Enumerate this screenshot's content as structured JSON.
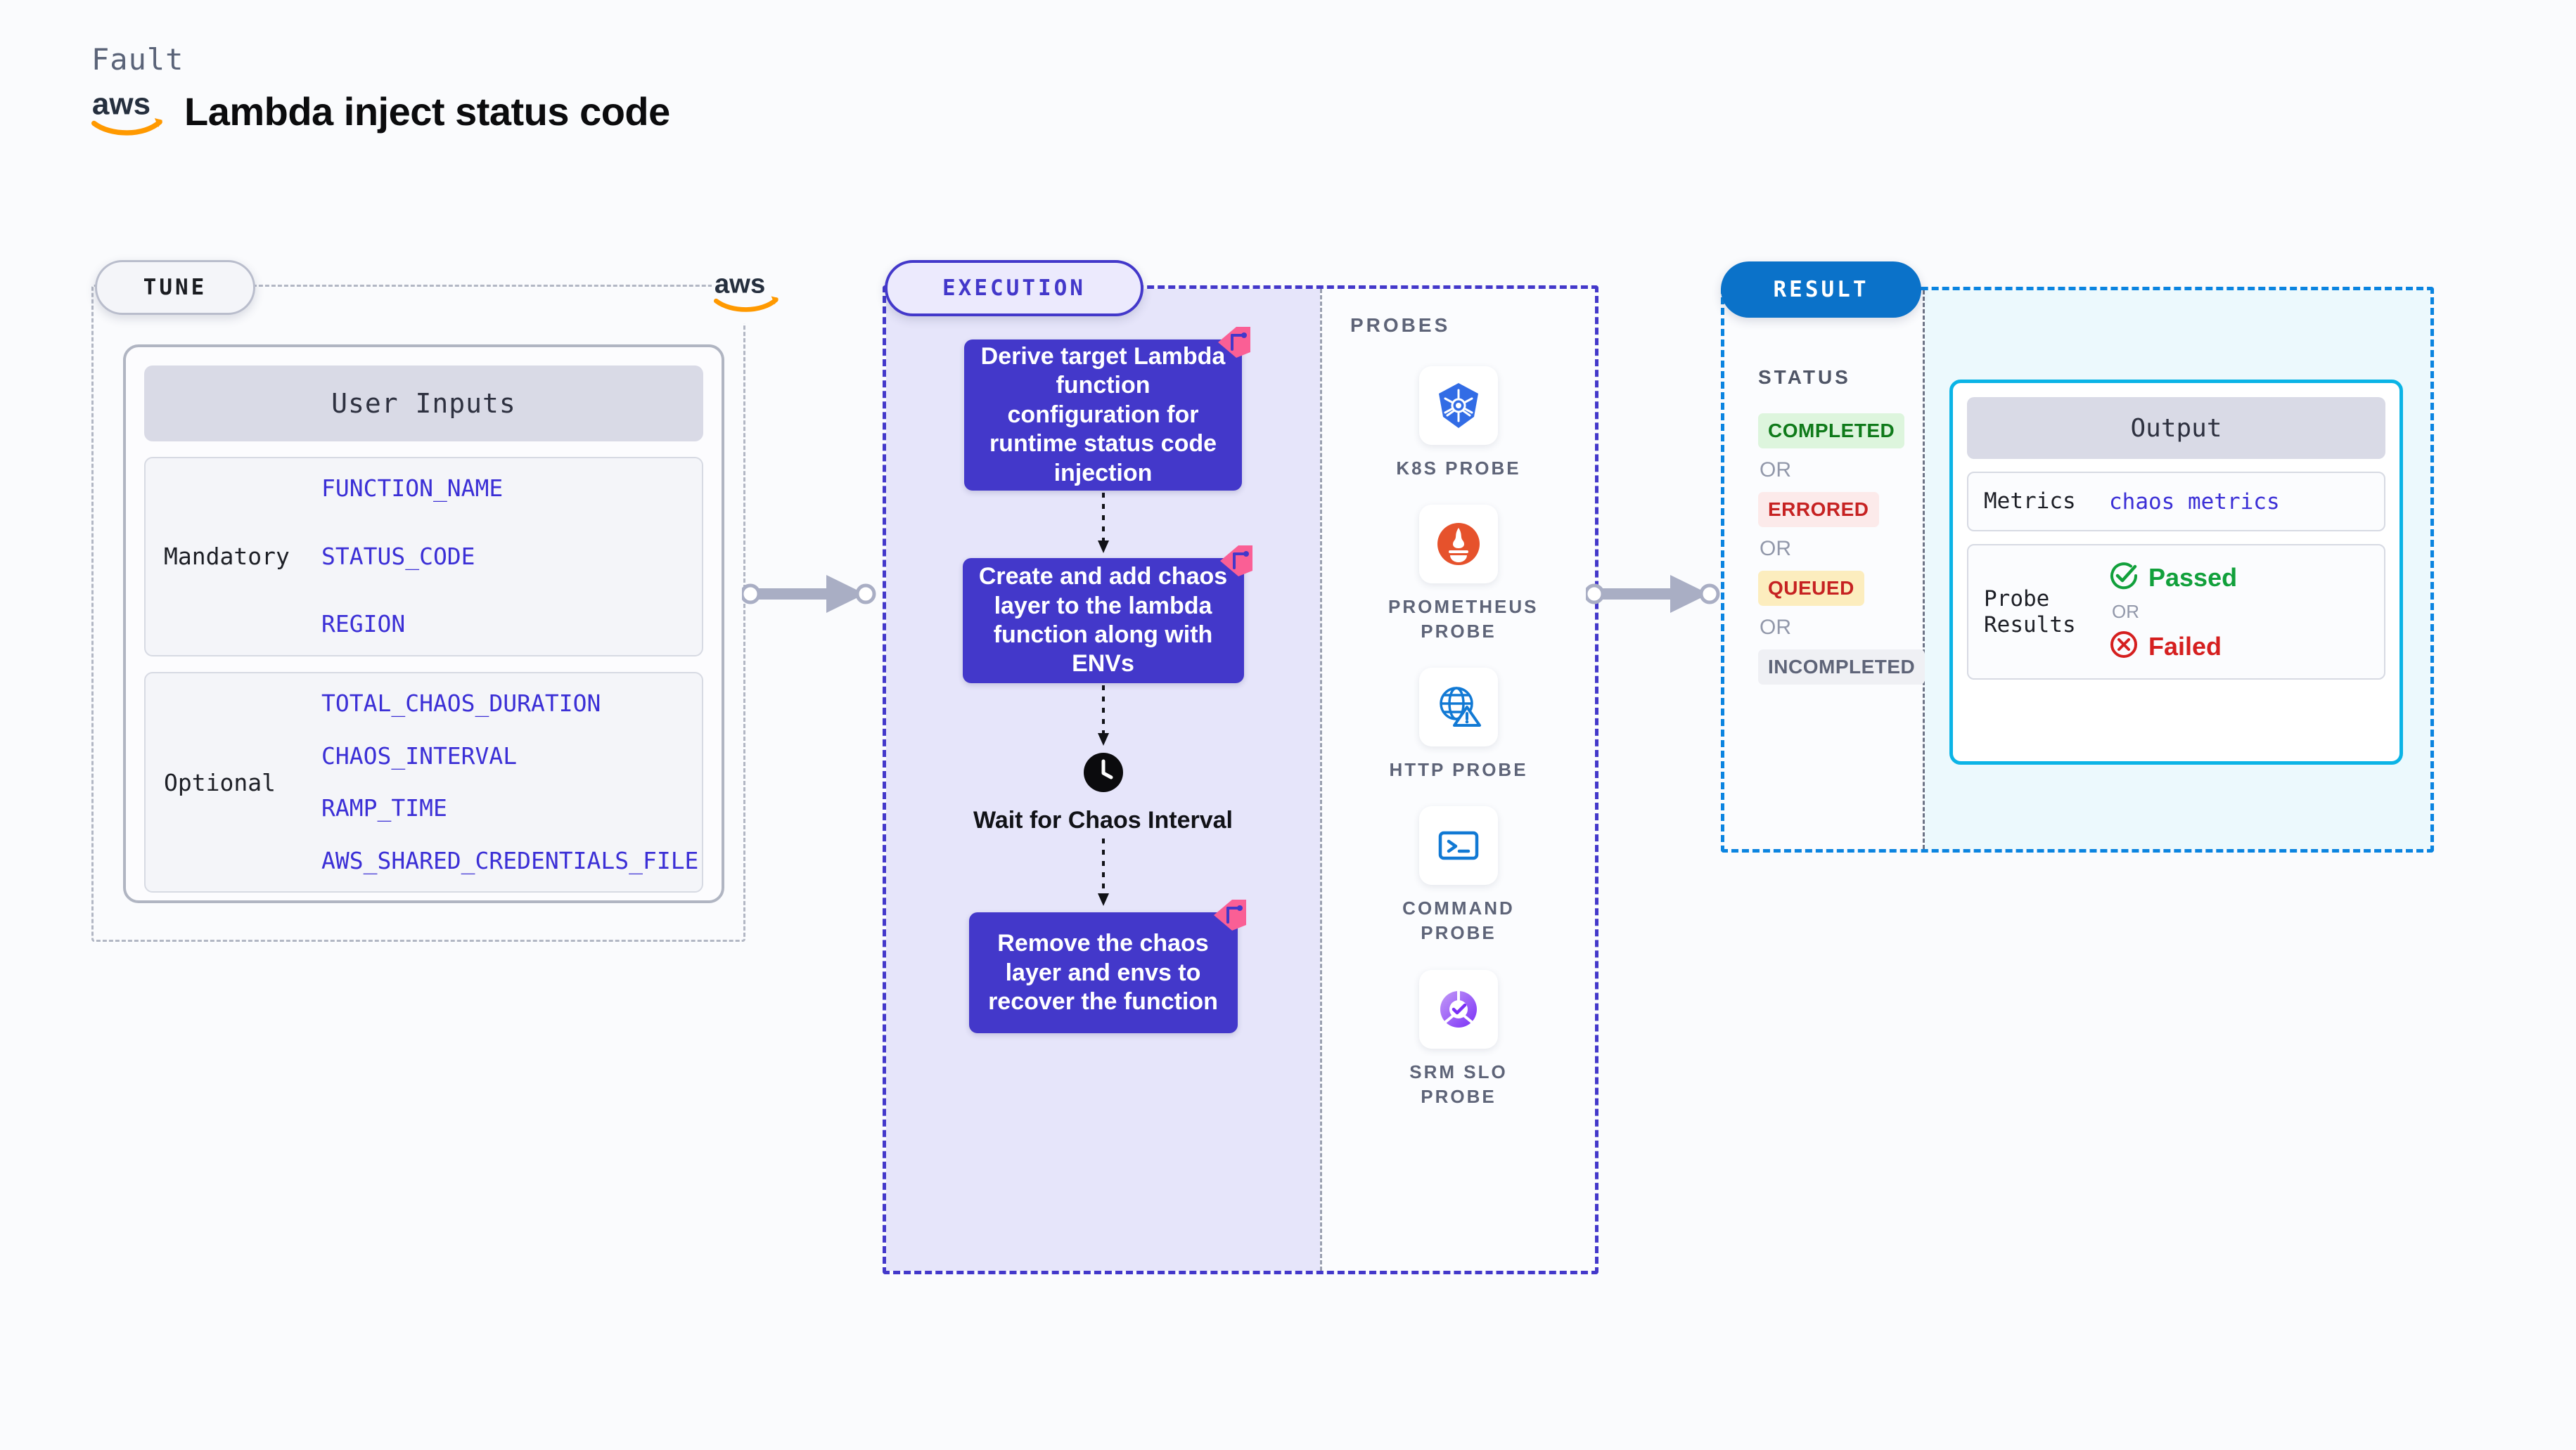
{
  "header": {
    "kind_label": "Fault",
    "title": "Lambda inject status code",
    "logo_icon": "aws-logo"
  },
  "tune": {
    "badge": "TUNE",
    "card_title": "User Inputs",
    "provider_logo_icon": "aws-logo",
    "groups": [
      {
        "label": "Mandatory",
        "fields": [
          "FUNCTION_NAME",
          "STATUS_CODE",
          "REGION"
        ]
      },
      {
        "label": "Optional",
        "fields": [
          "TOTAL_CHAOS_DURATION",
          "CHAOS_INTERVAL",
          "RAMP_TIME",
          "AWS_SHARED_CREDENTIALS_FILE"
        ]
      }
    ]
  },
  "execution": {
    "badge": "EXECUTION",
    "steps": [
      {
        "text": "Derive target Lambda function configuration for runtime status code injection",
        "badge_icon": "chaos-retry-badge-icon"
      },
      {
        "text": "Create and add chaos layer to the lambda function along with ENVs",
        "badge_icon": "chaos-retry-badge-icon"
      }
    ],
    "wait_node": {
      "icon": "clock-icon",
      "label": "Wait for Chaos Interval"
    },
    "final_step": {
      "text": "Remove the chaos layer and envs to recover the function",
      "badge_icon": "chaos-retry-badge-icon"
    }
  },
  "probes": {
    "title": "PROBES",
    "items": [
      {
        "label": "K8S PROBE",
        "icon": "kubernetes-icon"
      },
      {
        "label": "PROMETHEUS PROBE",
        "icon": "prometheus-icon"
      },
      {
        "label": "HTTP PROBE",
        "icon": "http-globe-warning-icon"
      },
      {
        "label": "COMMAND PROBE",
        "icon": "terminal-icon"
      },
      {
        "label": "SRM SLO PROBE",
        "icon": "srm-slo-icon"
      }
    ]
  },
  "result": {
    "badge": "RESULT",
    "status_title": "STATUS",
    "or_label": "OR",
    "statuses": [
      {
        "label": "COMPLETED",
        "bg": "#ddf5dd",
        "fg": "#0f7a1a"
      },
      {
        "label": "ERRORED",
        "bg": "#fceaea",
        "fg": "#c62222"
      },
      {
        "label": "QUEUED",
        "bg": "#fcedbe",
        "fg": "#c62222"
      },
      {
        "label": "INCOMPLETED",
        "bg": "#eff0f4",
        "fg": "#5e6478"
      }
    ],
    "output": {
      "title": "Output",
      "metrics_key": "Metrics",
      "metrics_value": "chaos metrics",
      "probe_results_key": "Probe Results",
      "passed_label": "Passed",
      "passed_icon": "check-circle-icon",
      "failed_label": "Failed",
      "failed_icon": "x-circle-icon",
      "or_label": "OR"
    }
  },
  "colors": {
    "page_bg": "#fafbfd",
    "execution_accent": "#4338ca",
    "result_accent": "#0b72c9",
    "output_accent": "#0bb4e6",
    "field_text": "#3b2fd6",
    "badge_pink": "#fa5f95",
    "aws_orange": "#ff9900"
  }
}
